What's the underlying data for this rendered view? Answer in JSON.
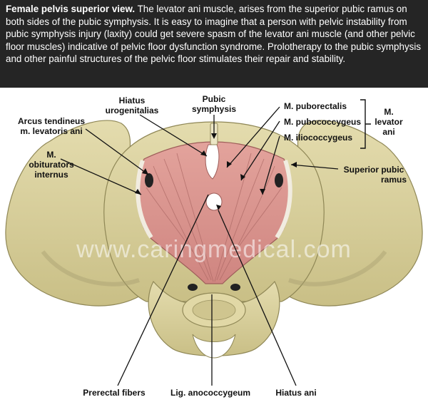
{
  "caption": {
    "title": "Female pelvis superior view.",
    "body": " The levator ani muscle, arises from the superior pubic ramus on both sides of the pubic symphysis. It is easy to imagine that a person with pelvic instability from pubic symphysis injury (laxity) could get severe spasm of the levator ani muscle (and other pelvic floor muscles) indicative of pelvic floor dysfunction syndrome. Prolotherapy to the pubic symphysis and other painful structures of the pelvic floor stimulates their repair and stability."
  },
  "labels": {
    "hiatus_urogenitalias": [
      "Hiatus",
      "urogenitalias"
    ],
    "pubic_symphysis": [
      "Pubic",
      "symphysis"
    ],
    "arcus_tendineus": [
      "Arcus tendineus",
      "m. levatoris ani"
    ],
    "m_obturatorius": [
      "M.",
      "obiturators",
      "internus"
    ],
    "m_puborectalis": "M. puborectalis",
    "m_pubococcygeus": "M. pubococcygeus",
    "m_iliococcygeus": "M. iliococcygeus",
    "m_levator_ani": [
      "M.",
      "levator",
      "ani"
    ],
    "superior_pubic_ramus": [
      "Superior pubic",
      "ramus"
    ],
    "prerectal_fibers": "Prerectal fibers",
    "lig_anococcygeum": "Lig. anococcygeum",
    "hiatus_ani": "Hiatus ani"
  },
  "watermark": "www.caringmedical.com",
  "colors": {
    "header_bg": "#252525",
    "bone": "#d8cf9a",
    "bone_shadow": "#a8a070",
    "muscle": "#d9908a",
    "muscle_dark": "#b86a66"
  }
}
